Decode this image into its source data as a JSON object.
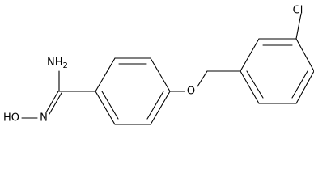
{
  "structure": {
    "atom_labels": {
      "chlorine": "Cl",
      "ether_oxygen": "O",
      "amine": "NH",
      "amine_subscript": "2",
      "hydroxy": "HO",
      "imine_nitrogen": "N"
    }
  }
}
